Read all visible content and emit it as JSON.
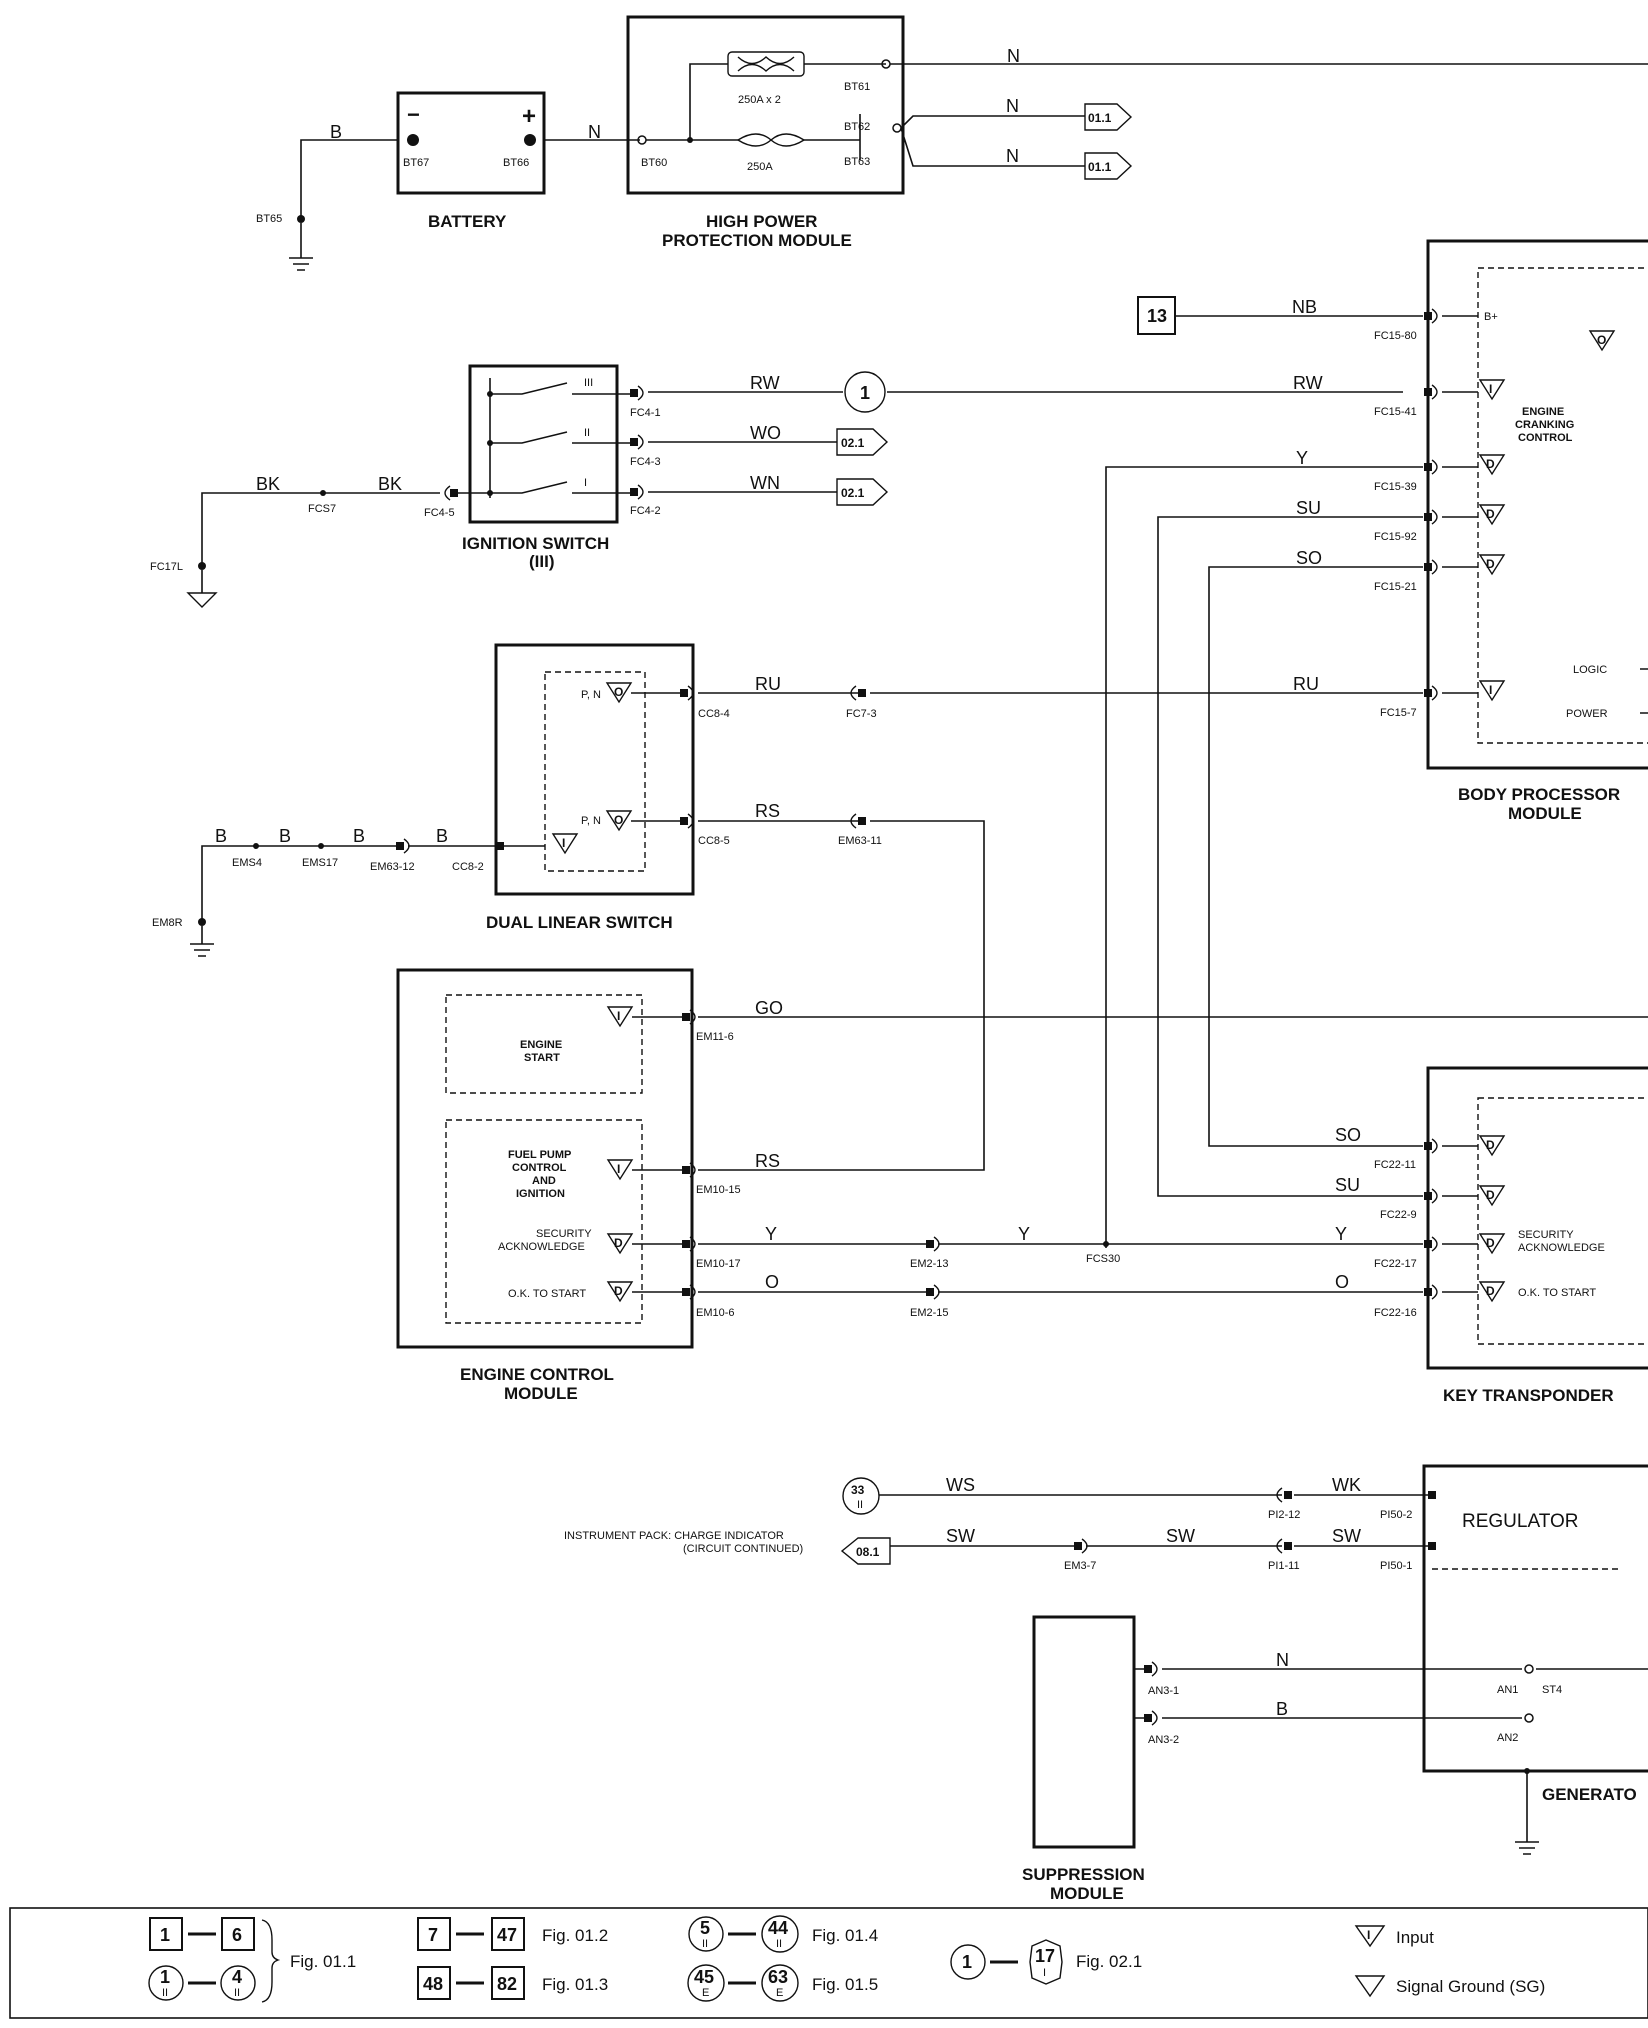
{
  "components": {
    "battery": "BATTERY",
    "hppm_1": "HIGH POWER",
    "hppm_2": "PROTECTION MODULE",
    "ignition_1": "IGNITION SWITCH",
    "ignition_2": "(III)",
    "bpm_1": "BODY PROCESSOR",
    "bpm_2": "MODULE",
    "dual_linear": "DUAL LINEAR SWITCH",
    "ecm_1": "ENGINE CONTROL",
    "ecm_2": "MODULE",
    "key_transponder": "KEY TRANSPONDER",
    "generator": "GENERATO",
    "suppression_1": "SUPPRESSION",
    "suppression_2": "MODULE",
    "regulator": "REGULATOR"
  },
  "inner_labels": {
    "ecc_1": "ENGINE",
    "ecc_2": "CRANKING",
    "ecc_3": "CONTROL",
    "es_1": "ENGINE",
    "es_2": "START",
    "fp_1": "FUEL PUMP",
    "fp_2": "CONTROL",
    "fp_3": "AND",
    "fp_4": "IGNITION",
    "sec_1": "SECURITY",
    "sec_2": "ACKNOWLEDGE",
    "ok": "O.K. TO START",
    "kt_sec_1": "SECURITY",
    "kt_sec_2": "ACKNOWLEDGE",
    "kt_ok": "O.K. TO START",
    "b_plus": "B+",
    "logic": "LOGIC",
    "power": "POWER",
    "pn1": "P, N",
    "pn2": "P, N",
    "sw_iii": "III",
    "sw_ii": "II",
    "sw_i": "I",
    "fuse_2": "250A x 2",
    "fuse_1": "250A",
    "minus": "−",
    "plus": "+"
  },
  "wire_colors": {
    "b_batt": "B",
    "n_batt": "N",
    "n_top": "N",
    "n_bt62": "N",
    "n_bt63": "N",
    "nb": "NB",
    "rw1": "RW",
    "rw2": "RW",
    "wo": "WO",
    "wn": "WN",
    "bk1": "BK",
    "bk2": "BK",
    "y_bpm": "Y",
    "su_bpm": "SU",
    "so_bpm": "SO",
    "ru1": "RU",
    "ru2": "RU",
    "rs1": "RS",
    "rs2": "RS",
    "b1": "B",
    "b2": "B",
    "b3": "B",
    "b4": "B",
    "go": "GO",
    "y1": "Y",
    "y2": "Y",
    "y3": "Y",
    "o1": "O",
    "o2": "O",
    "so_kt": "SO",
    "su_kt": "SU",
    "ws": "WS",
    "wk": "WK",
    "sw1": "SW",
    "sw2": "SW",
    "sw3": "SW",
    "n_gen": "N",
    "b_gen": "B"
  },
  "pins": {
    "bt65": "BT65",
    "bt67": "BT67",
    "bt66": "BT66",
    "bt60": "BT60",
    "bt61": "BT61",
    "bt62": "BT62",
    "bt63": "BT63",
    "fc4_1": "FC4-1",
    "fc4_3": "FC4-3",
    "fc4_2": "FC4-2",
    "fc4_5": "FC4-5",
    "fcs7": "FCS7",
    "fc17l": "FC17L",
    "fc15_80": "FC15-80",
    "fc15_41": "FC15-41",
    "fc15_39": "FC15-39",
    "fc15_92": "FC15-92",
    "fc15_21": "FC15-21",
    "fc15_7": "FC15-7",
    "cc8_4": "CC8-4",
    "cc8_5": "CC8-5",
    "cc8_2": "CC8-2",
    "fc7_3": "FC7-3",
    "em63_11": "EM63-11",
    "em63_12": "EM63-12",
    "ems4": "EMS4",
    "ems17": "EMS17",
    "em8r": "EM8R",
    "em11_6": "EM11-6",
    "em10_15": "EM10-15",
    "em10_17": "EM10-17",
    "em10_6": "EM10-6",
    "em2_13": "EM2-13",
    "em2_15": "EM2-15",
    "fcs30": "FCS30",
    "fc22_11": "FC22-11",
    "fc22_9": "FC22-9",
    "fc22_17": "FC22-17",
    "fc22_16": "FC22-16",
    "pi2_12": "PI2-12",
    "pi50_2": "PI50-2",
    "pi1_11": "PI1-11",
    "pi50_1": "PI50-1",
    "em3_7": "EM3-7",
    "an3_1": "AN3-1",
    "an3_2": "AN3-2",
    "an1": "AN1",
    "st4": "ST4",
    "an2": "AN2"
  },
  "refs": {
    "r13": "13",
    "r1": "1",
    "r01a": "01.1",
    "r01b": "01.1",
    "r02a": "02.1",
    "r02b": "02.1",
    "r33": "33",
    "r33s": "II",
    "r08": "08.1"
  },
  "annotations": {
    "instrument_1": "INSTRUMENT PACK: CHARGE INDICATOR",
    "instrument_2": "(CIRCUIT CONTINUED)"
  },
  "legend": {
    "a1": "1",
    "a2": "6",
    "a3": "1",
    "a3s": "II",
    "a4": "4",
    "a4s": "II",
    "fig_a": "Fig. 01.1",
    "b1": "7",
    "b2": "47",
    "fig_b": "Fig. 01.2",
    "c1": "48",
    "c2": "82",
    "fig_c": "Fig. 01.3",
    "d1": "5",
    "d1s": "II",
    "d2": "44",
    "d2s": "II",
    "fig_d": "Fig. 01.4",
    "e1": "45",
    "e1s": "E",
    "e2": "63",
    "e2s": "E",
    "fig_e": "Fig. 01.5",
    "f1": "1",
    "f2": "17",
    "f2s": "I",
    "fig_f": "Fig. 02.1",
    "input": "Input",
    "sg": "Signal Ground (SG)"
  },
  "symbols": {
    "tri_i": "I",
    "tri_o": "O",
    "tri_d": "D"
  }
}
